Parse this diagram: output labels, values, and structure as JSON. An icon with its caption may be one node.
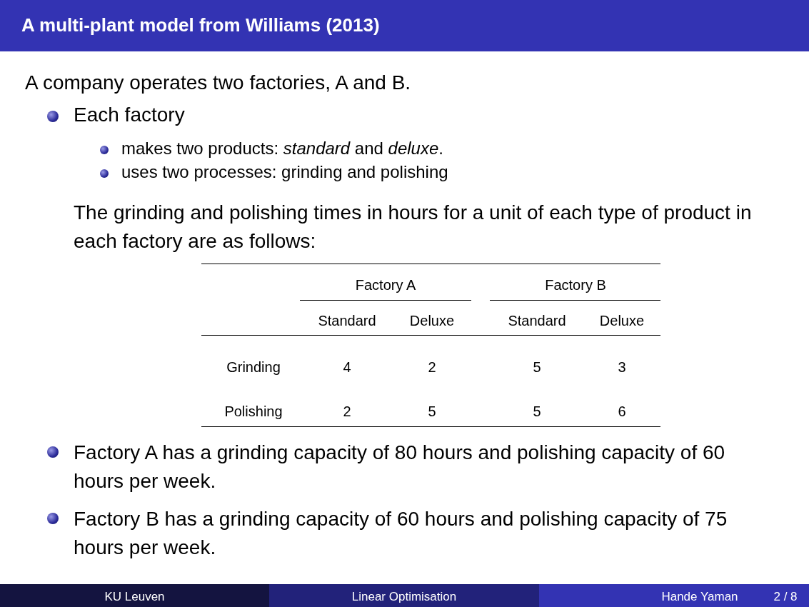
{
  "diagram": {
    "title": "A multi-plant model from Williams (2013)",
    "labels": [
      "A company operates two factories, A and B.",
      "Each factory",
      "makes two products: *standard* and *deluxe*.",
      "uses two processes: grinding and polishing",
      "The grinding and polishing times in hours for a unit of each type of product in each factory are as follows:",
      "Factory A",
      "Factory B",
      "Standard",
      "Deluxe",
      "Standard",
      "Deluxe",
      "Grinding",
      "4",
      "2",
      "5",
      "3",
      "Polishing",
      "2",
      "5",
      "5",
      "6",
      "Factory A has a grinding capacity of 80 hours and polishing capacity of 60 hours per week.",
      "Factory B has a grinding capacity of 60 hours and polishing capacity of 75 hours per week.",
      "KU Leuven",
      "Linear Optimisation",
      "Hande Yaman",
      "2 / 8"
    ]
  }
}
